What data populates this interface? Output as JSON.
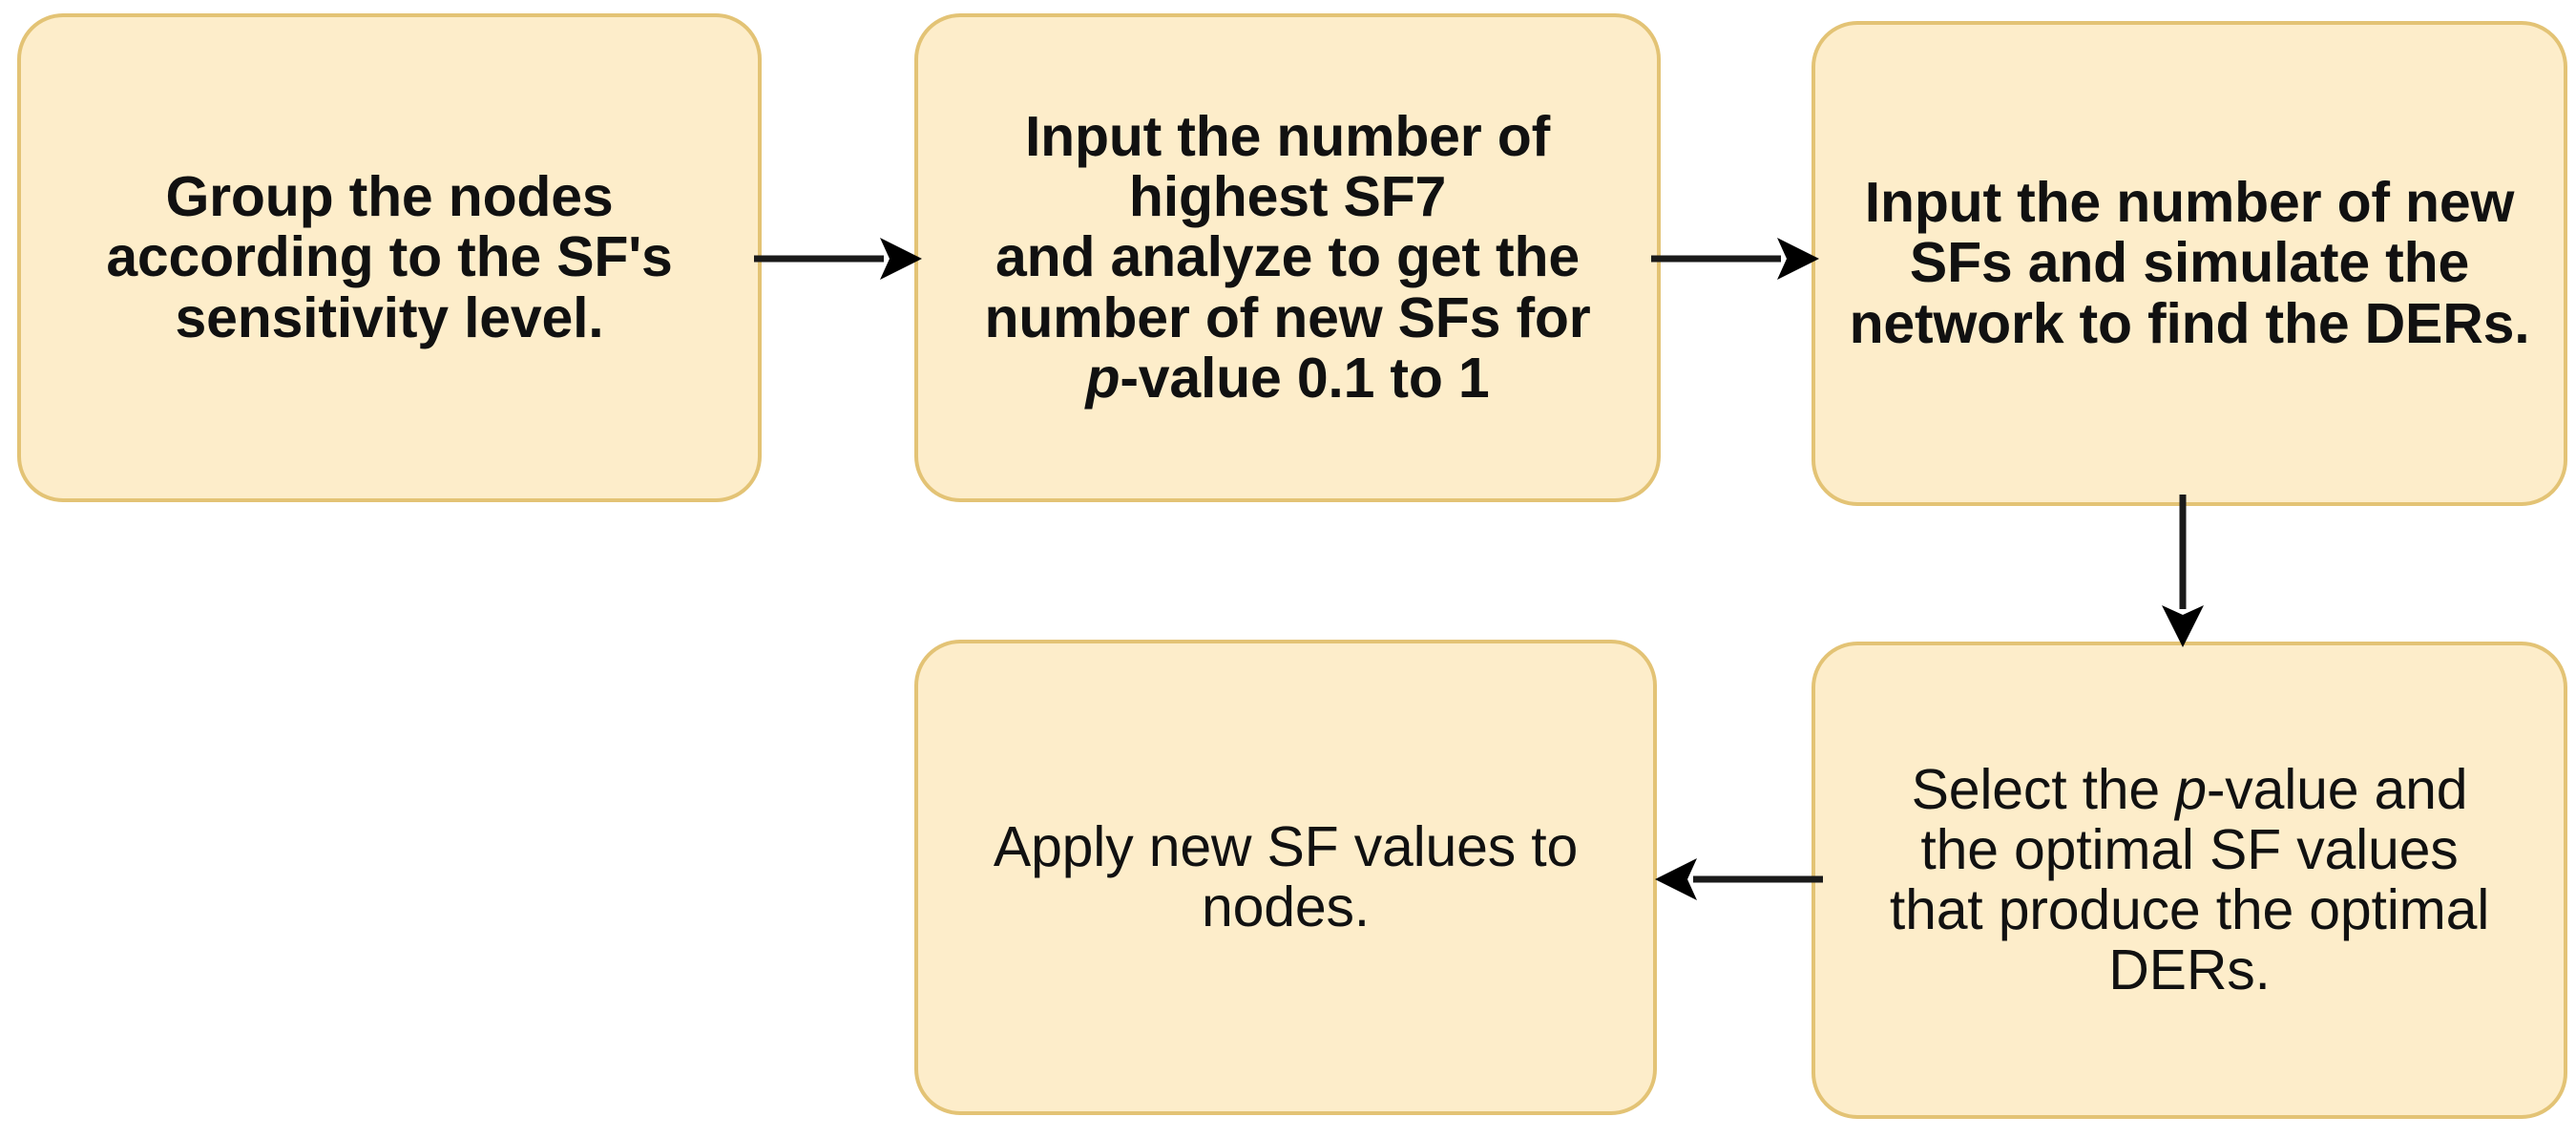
{
  "diagram": {
    "title": "SF optimization procedure flowchart",
    "type": "flowchart",
    "colors": {
      "node_fill": "#fdedca",
      "node_border": "#e3c375",
      "edge": "#1a1a1a",
      "text": "#111111",
      "background": "#ffffff"
    },
    "nodes": [
      {
        "id": "node-1",
        "name": "group-nodes-step",
        "text": "Group the nodes\naccording to the SF's\nsensitivity level.",
        "weight": "bold"
      },
      {
        "id": "node-2",
        "name": "input-highest-sf7-step",
        "text_lines": [
          "Input the number of",
          "highest SF7",
          "and analyze to get the",
          "number of new SFs for",
          "p-value 0.1 to 1"
        ],
        "italic_token": "p",
        "weight": "bold"
      },
      {
        "id": "node-3",
        "name": "simulate-network-step",
        "text": "Input the number of new\nSFs and simulate the\nnetwork to find the DERs.",
        "weight": "bold"
      },
      {
        "id": "node-4",
        "name": "select-optimal-values-step",
        "text_lines": [
          "Select the p-value and",
          "the optimal SF values",
          "that produce the optimal",
          "DERs."
        ],
        "italic_token": "p",
        "weight": "regular"
      },
      {
        "id": "node-5",
        "name": "apply-sf-values-step",
        "text": "Apply new SF values to\nnodes.",
        "weight": "regular"
      }
    ],
    "edges": [
      {
        "id": "edge-1",
        "name": "edge-node1-to-node2",
        "from": "node-1",
        "to": "node-2",
        "direction": "right",
        "label": ""
      },
      {
        "id": "edge-2",
        "name": "edge-node2-to-node3",
        "from": "node-2",
        "to": "node-3",
        "direction": "right",
        "label": ""
      },
      {
        "id": "edge-3",
        "name": "edge-node3-to-node4",
        "from": "node-3",
        "to": "node-4",
        "direction": "down",
        "label": ""
      },
      {
        "id": "edge-4",
        "name": "edge-node4-to-node5",
        "from": "node-4",
        "to": "node-5",
        "direction": "left",
        "label": ""
      }
    ]
  }
}
